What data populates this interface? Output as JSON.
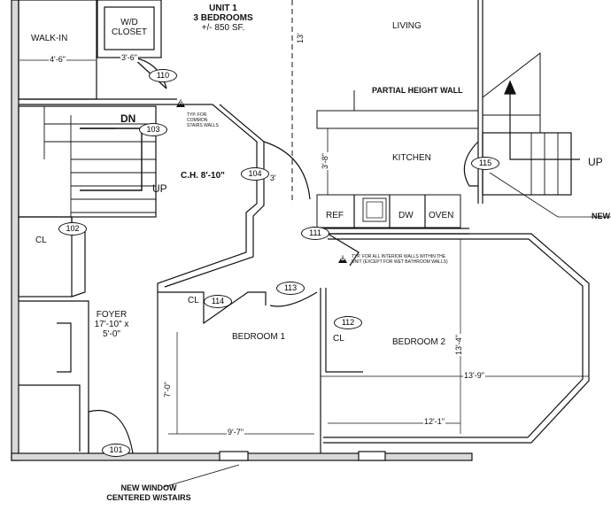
{
  "unit": {
    "title": "UNIT 1",
    "bedrooms": "3 BEDROOMS",
    "area": "+/- 850 SF."
  },
  "rooms": {
    "walk_in": "WALK-IN",
    "wd_closet_line1": "W/D",
    "wd_closet_line2": "CLOSET",
    "living": "LIVING",
    "kitchen": "KITCHEN",
    "ceiling_height": "C.H. 8'-10\"",
    "closet_102": "CL",
    "closet_114": "CL",
    "closet_112": "CL",
    "foyer_name": "FOYER",
    "foyer_dim1": "17'-10\" x",
    "foyer_dim2": "5'-0\"",
    "bedroom1": "BEDROOM 1",
    "bedroom2": "BEDROOM 2"
  },
  "appliances": {
    "ref": "REF",
    "dw": "DW",
    "oven": "OVEN"
  },
  "annotations": {
    "partial_wall": "PARTIAL HEIGHT WALL",
    "new_right": "NEW",
    "new_window_line1": "NEW WINDOW",
    "new_window_line2": "CENTERED W/STAIRS",
    "stair_dn": "DN",
    "stair_up_left": "UP",
    "stair_up_right": "UP",
    "typ_stairs_line1": "TYP. FOR",
    "typ_stairs_line2": "COMMON",
    "typ_stairs_line3": "STAIRS WALLS",
    "typ_interior_line1": "TYP. FOR ALL INTERIOR WALLS WITHIN THE",
    "typ_interior_line2": "UNIT (EXCEPT FOR WET BATHROOM WALLS)",
    "marker_a": "A",
    "marker_b": "B"
  },
  "dimensions": {
    "walk_in_width": "4'-6\"",
    "closet_width": "3'-6\"",
    "living_13": "13'",
    "door_3": "3'",
    "kitchen_depth": "3'-8\"",
    "bedroom2_depth": "13'-4\"",
    "bedroom2_width": "13'-9\"",
    "bedroom2_bottom": "12'-1\"",
    "bedroom1_depth": "7'-0\"",
    "bedroom1_width": "9'-7\""
  },
  "tags": [
    "110",
    "103",
    "104",
    "115",
    "102",
    "111",
    "113",
    "114",
    "112",
    "101"
  ]
}
